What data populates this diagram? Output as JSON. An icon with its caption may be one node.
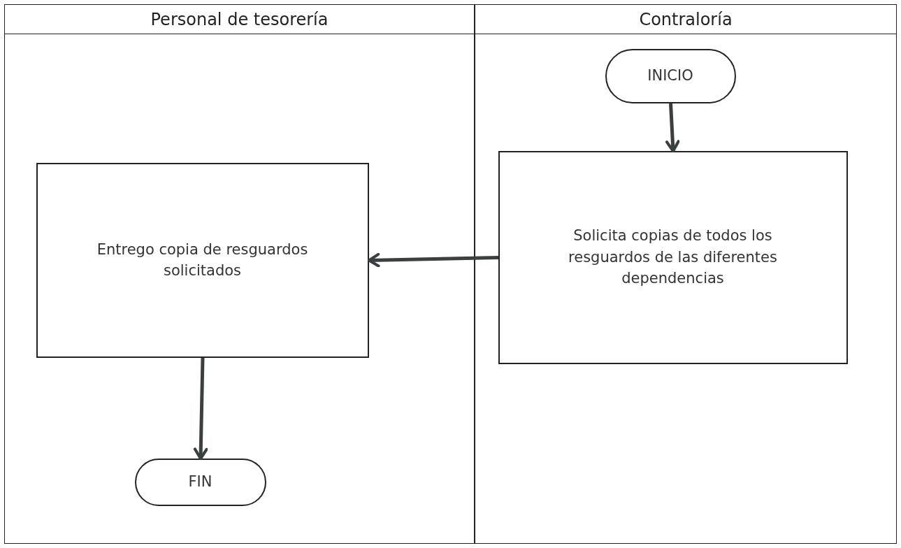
{
  "diagram": {
    "nodes": [
      {
        "text": [
          "Personal de tesorería"
        ]
      },
      {
        "text": [
          "Entrego copia de resguardos solicitados"
        ],
        "in": 0
      },
      {
        "text": [
          "FIN"
        ],
        "in": 0
      },
      {
        "text": [
          "Contraloría"
        ]
      },
      {
        "text": [
          "INICIO"
        ],
        "in": 3
      },
      {
        "text": [
          "Solicita copias de todos los resguardos de las diferentes dependencias"
        ],
        "in": 3
      }
    ],
    "edges": [
      {
        "from": 4,
        "to": 5,
        "arrow": "to"
      },
      {
        "from": 5,
        "to": 1,
        "arrow": "to"
      },
      {
        "from": 1,
        "to": 2,
        "arrow": "to"
      }
    ]
  }
}
